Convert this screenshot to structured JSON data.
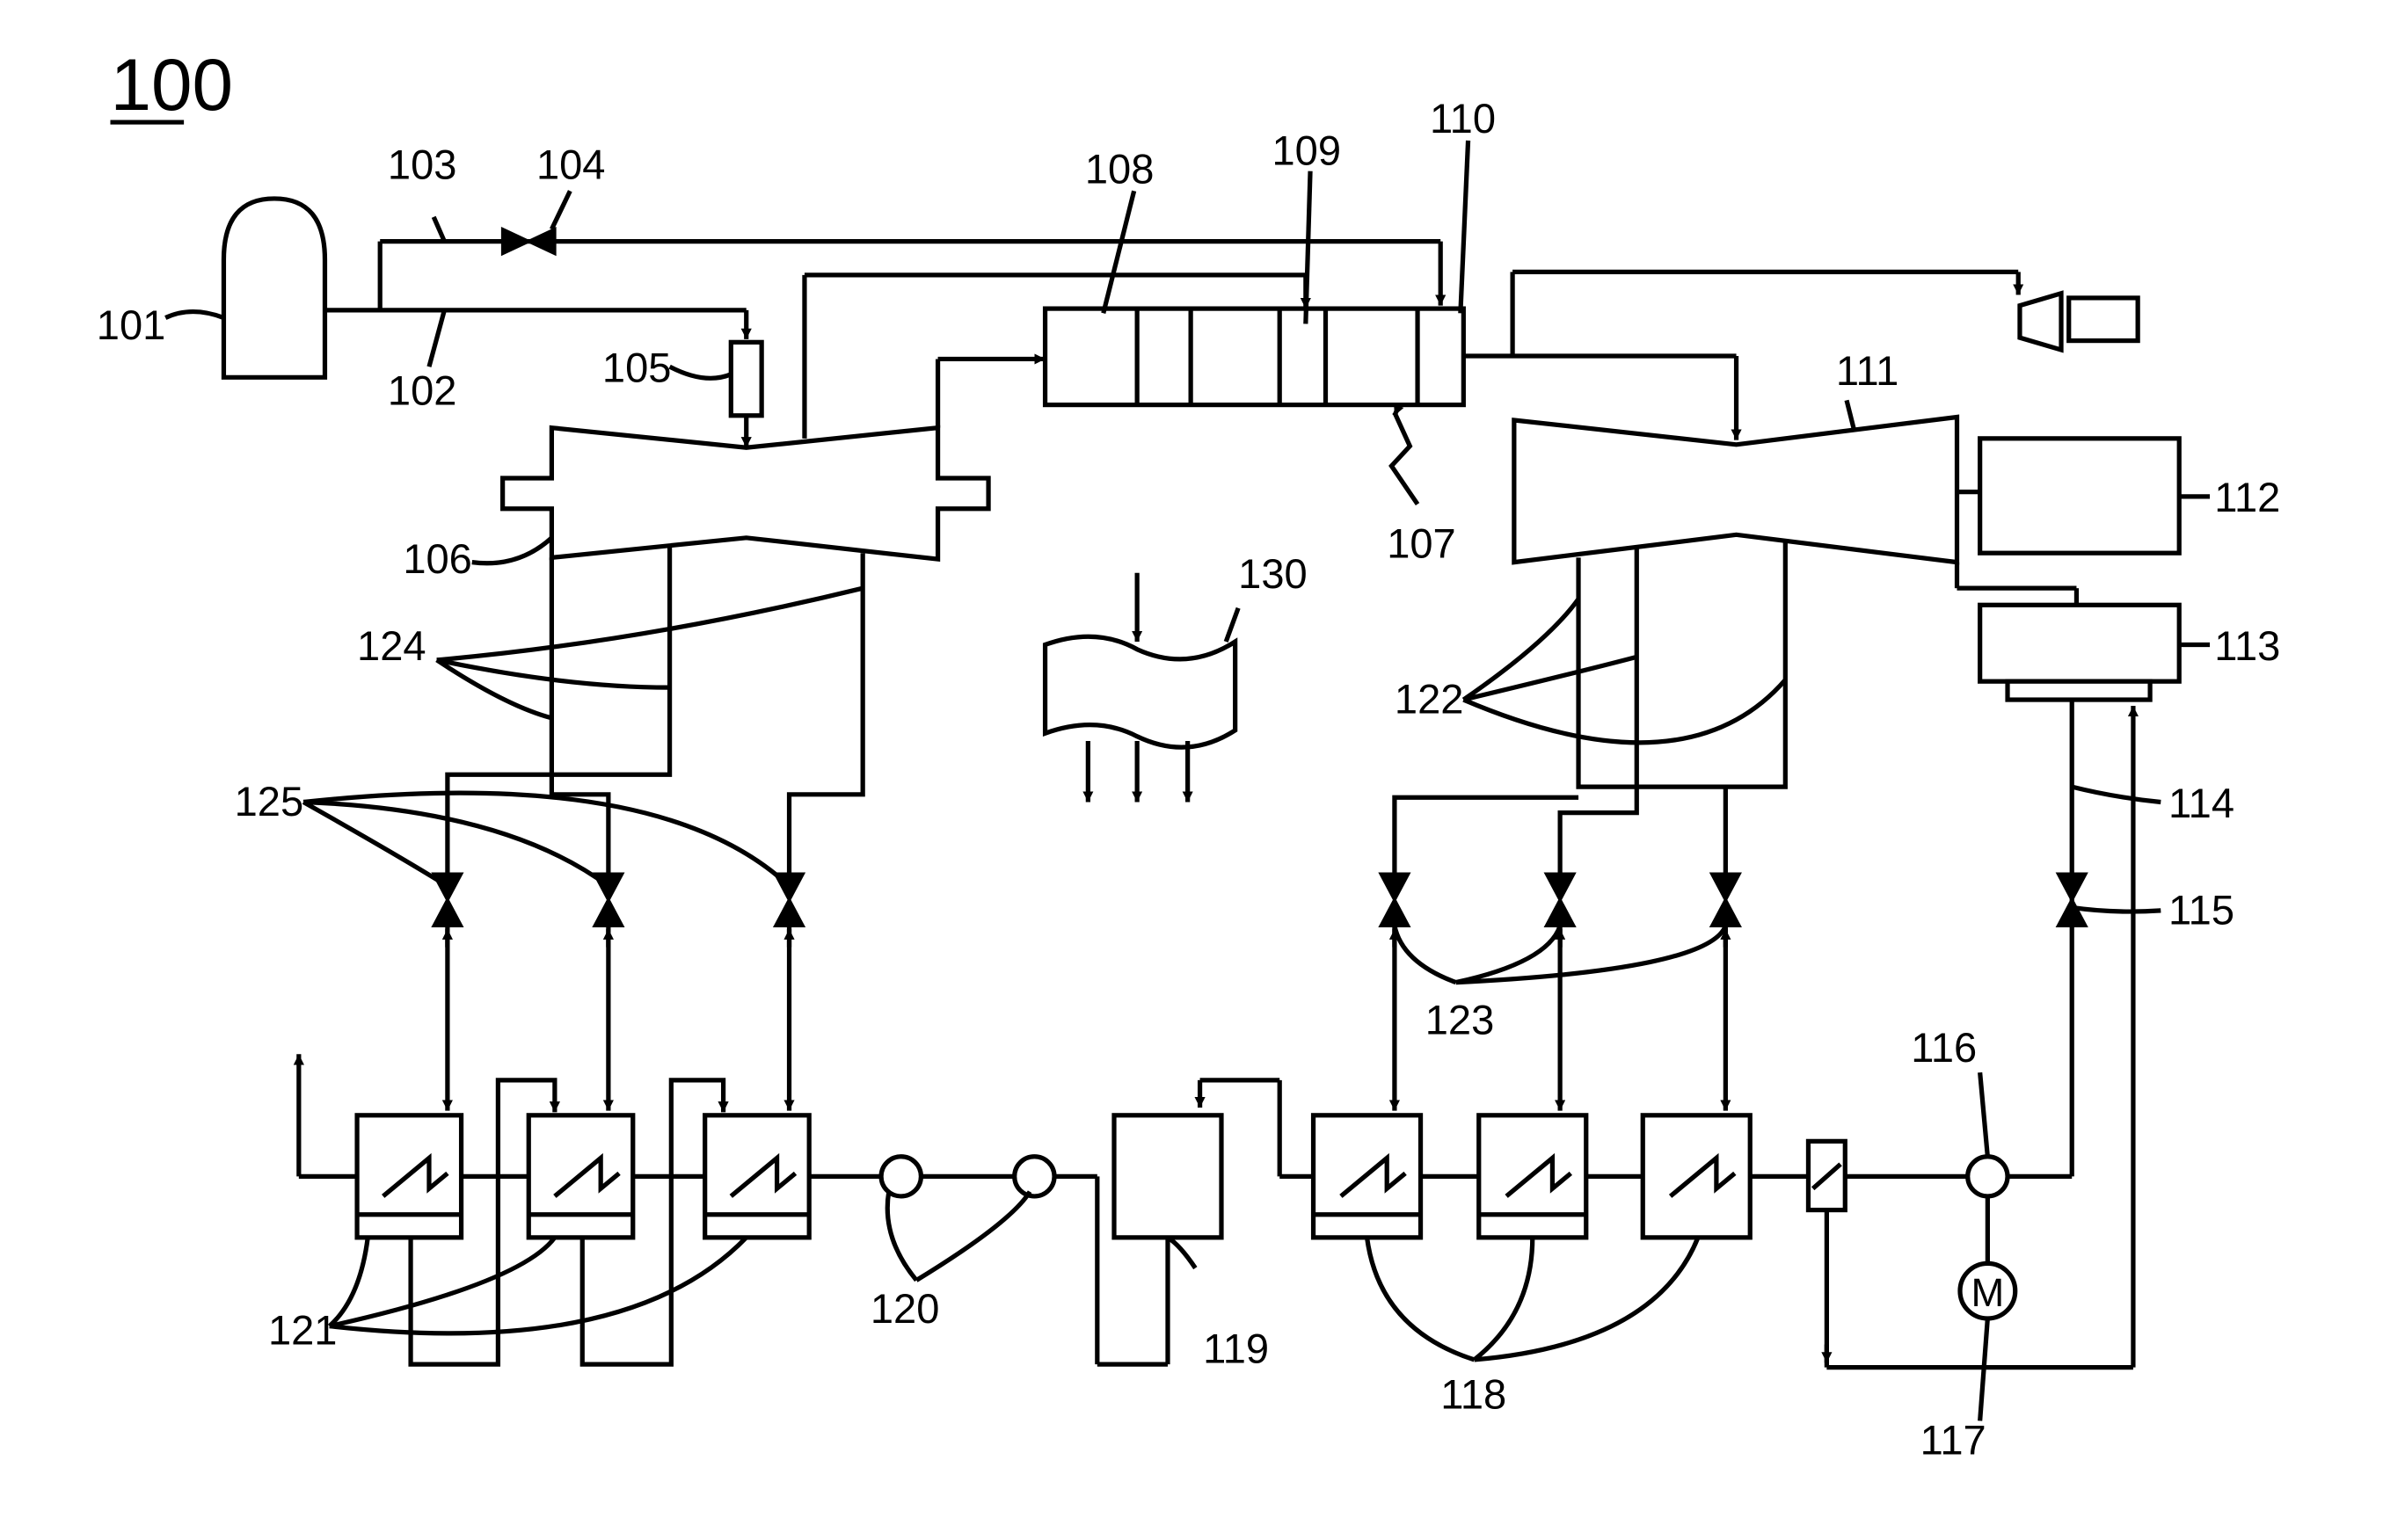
{
  "labels": {
    "l100": "100",
    "l101": "101",
    "l102": "102",
    "l103": "103",
    "l104": "104",
    "l105": "105",
    "l106": "106",
    "l107": "107",
    "l108": "108",
    "l109": "109",
    "l110": "110",
    "l111": "111",
    "l112": "112",
    "l113": "113",
    "l114": "114",
    "l115": "115",
    "l116": "116",
    "l117": "117",
    "l118": "118",
    "l119": "119",
    "l120": "120",
    "l121": "121",
    "l122": "122",
    "l123": "123",
    "l124": "124",
    "l125": "125",
    "l130": "130",
    "motor": "M"
  }
}
